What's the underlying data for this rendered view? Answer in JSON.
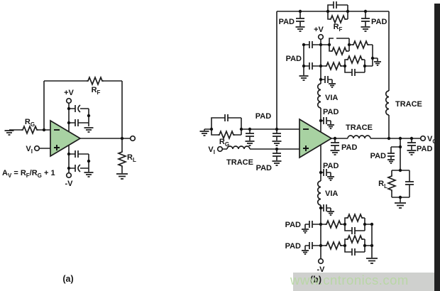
{
  "colors": {
    "background": "#ffffff",
    "line": "#1d1d1d",
    "opamp_fill": "#a8d2a2",
    "watermark_text": "#b8d7a4",
    "watermark_band": "rgba(95,100,92,0.30)",
    "edge_strip": "#212121"
  },
  "shared": {
    "pad": "PAD",
    "via": "VIA",
    "trace": "TRACE",
    "plus_supply": "+V",
    "minus_supply": "-V"
  },
  "figure_a": {
    "caption": "(a)",
    "rf_base": "R",
    "rf_sub": "F",
    "rg_base": "R",
    "rg_sub": "G",
    "rl_base": "R",
    "rl_sub": "L",
    "vi_base": "V",
    "vi_sub": "I",
    "formula": {
      "gain_base": "A",
      "gain_sub": "V",
      "eq": " = R",
      "rf_sub": "F",
      "over": "/R",
      "rg_sub": "G",
      "tail": " + 1"
    }
  },
  "figure_b": {
    "caption": "(b)",
    "rf_base": "R",
    "rf_sub": "F",
    "rg_base": "R",
    "rg_sub": "G",
    "rl_base": "R",
    "rl_sub": "L",
    "vi_base": "V",
    "vi_sub": "I",
    "vo_base": "V",
    "vo_sub": "O"
  },
  "watermark": "www.cntronics.com"
}
